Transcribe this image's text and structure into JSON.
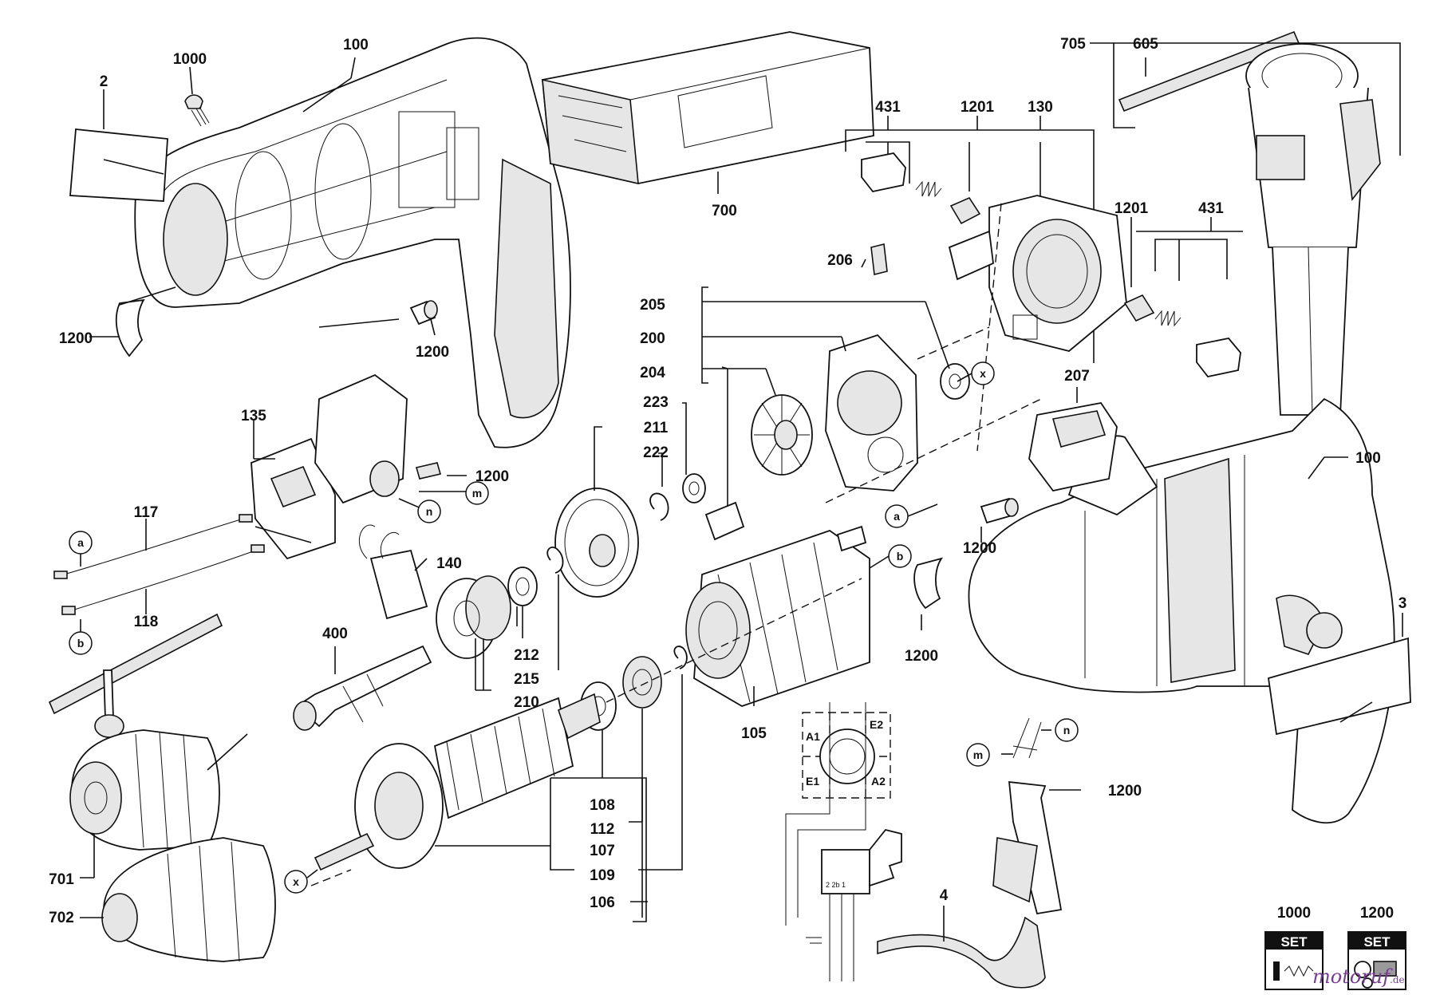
{
  "part_numbers": {
    "p100_top": "100",
    "p1000_top": "1000",
    "p2": "2",
    "p1200_clip_left": "1200",
    "p1200_pin": "1200",
    "p700": "700",
    "p705": "705",
    "p605": "605",
    "p431_left": "431",
    "p1201_left": "1201",
    "p130": "130",
    "p1201_right": "1201",
    "p431_right": "431",
    "p206": "206",
    "p205": "205",
    "p200": "200",
    "p204": "204",
    "p223": "223",
    "p211": "211",
    "p222": "222",
    "p207": "207",
    "p100_right": "100",
    "p1200_pin_right": "1200",
    "p1200_clip_right": "1200",
    "p3": "3",
    "p135": "135",
    "p1200_switch": "1200",
    "p117": "117",
    "p118": "118",
    "p140": "140",
    "p400": "400",
    "p212": "212",
    "p215": "215",
    "p210": "210",
    "p105": "105",
    "p108": "108",
    "p112": "112",
    "p107": "107",
    "p109": "109",
    "p106": "106",
    "p701": "701",
    "p702": "702",
    "p4": "4",
    "p1200_cord": "1200",
    "p1000_set": "1000",
    "p1200_set": "1200"
  },
  "connector_tags": {
    "a_left": "a",
    "b_left": "b",
    "m_switch": "m",
    "n_switch": "n",
    "x_brush": "x",
    "a_stator": "a",
    "b_stator": "b",
    "x_armature": "x",
    "m_cord": "m",
    "n_cord": "n"
  },
  "wiring": {
    "a1": "A1",
    "e2": "E2",
    "e1": "E1",
    "a2": "A2",
    "pins": "2 2b 1"
  },
  "set_badges": {
    "set_1000": "SET",
    "set_1200": "SET"
  },
  "watermark": {
    "brand": "motoruf",
    "tld": ".de"
  },
  "colors": {
    "ink": "#111111",
    "paper": "#ffffff",
    "shade": "#e6e6e6",
    "dark": "#9a9a9a",
    "watermark": "#7a3a9a"
  }
}
